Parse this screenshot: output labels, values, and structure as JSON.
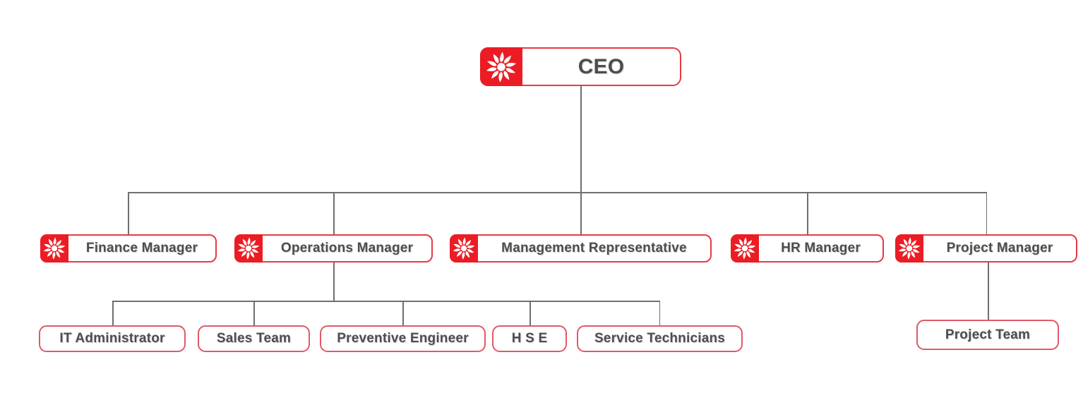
{
  "org": {
    "root": {
      "label": "CEO"
    },
    "managers": [
      {
        "label": "Finance Manager"
      },
      {
        "label": "Operations Manager"
      },
      {
        "label": "Management Representative"
      },
      {
        "label": "HR Manager"
      },
      {
        "label": "Project Manager"
      }
    ],
    "operations_reports": [
      {
        "label": "IT Administrator"
      },
      {
        "label": "Sales Team"
      },
      {
        "label": "Preventive Engineer"
      },
      {
        "label": "H S E"
      },
      {
        "label": "Service Technicians"
      }
    ],
    "project_reports": [
      {
        "label": "Project Team"
      }
    ]
  },
  "icons": {
    "badge_glyph": "sun-icon"
  },
  "colors": {
    "accent_red": "#EC1C24",
    "node_border": "#E63B44",
    "leaf_border": "#E05A68",
    "text_gray": "#4D4D4F",
    "line_gray": "#6E6F72"
  }
}
